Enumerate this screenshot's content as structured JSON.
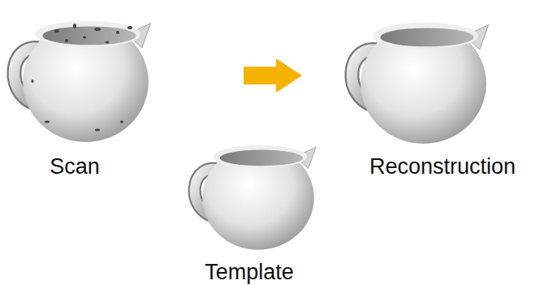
{
  "diagram": {
    "labels": [
      "Scan",
      "Reconstruction",
      "Template"
    ]
  }
}
